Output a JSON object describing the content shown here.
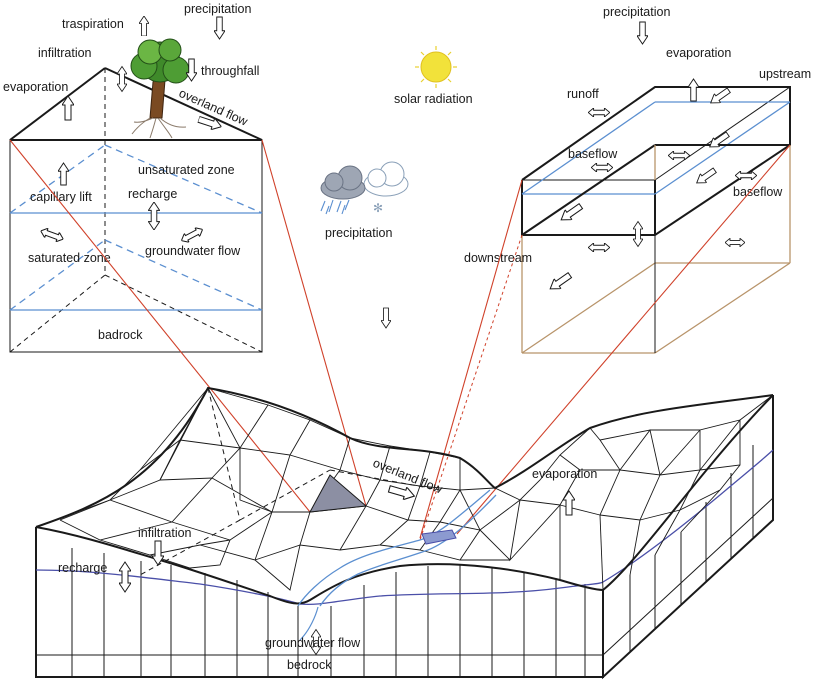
{
  "left_block": {
    "transpiration": "traspiration",
    "precipitation": "precipitation",
    "infiltration": "infiltration",
    "throughfall": "throughfall",
    "evaporation": "evaporation",
    "overland_flow": "overland flow",
    "unsaturated_zone": "unsaturated zone",
    "capillary_lift": "capillary lift",
    "recharge": "recharge",
    "saturated_zone": "saturated zone",
    "groundwater_flow": "groundwater flow",
    "bedrock": "badrock"
  },
  "center": {
    "solar_radiation": "solar radiation",
    "precipitation": "precipitation"
  },
  "right_block": {
    "precipitation": "precipitation",
    "evaporation": "evaporation",
    "upstream": "upstream",
    "runoff": "runoff",
    "baseflow_top": "baseflow",
    "baseflow_side": "baseflow",
    "downstream": "downstream"
  },
  "terrain": {
    "overland_flow": "overland flow",
    "evaporation": "evaporation",
    "infiltration": "infiltration",
    "recharge": "recharge",
    "groundwater_flow": "groundwater flow",
    "bedrock": "bedrock"
  },
  "colors": {
    "water_table": "#5b8fd0",
    "zoom_lines": "#d0412a",
    "stream_soil": "#b8946a",
    "sun": "#f2e23a",
    "highlight_cell": "#8c8fa3"
  }
}
